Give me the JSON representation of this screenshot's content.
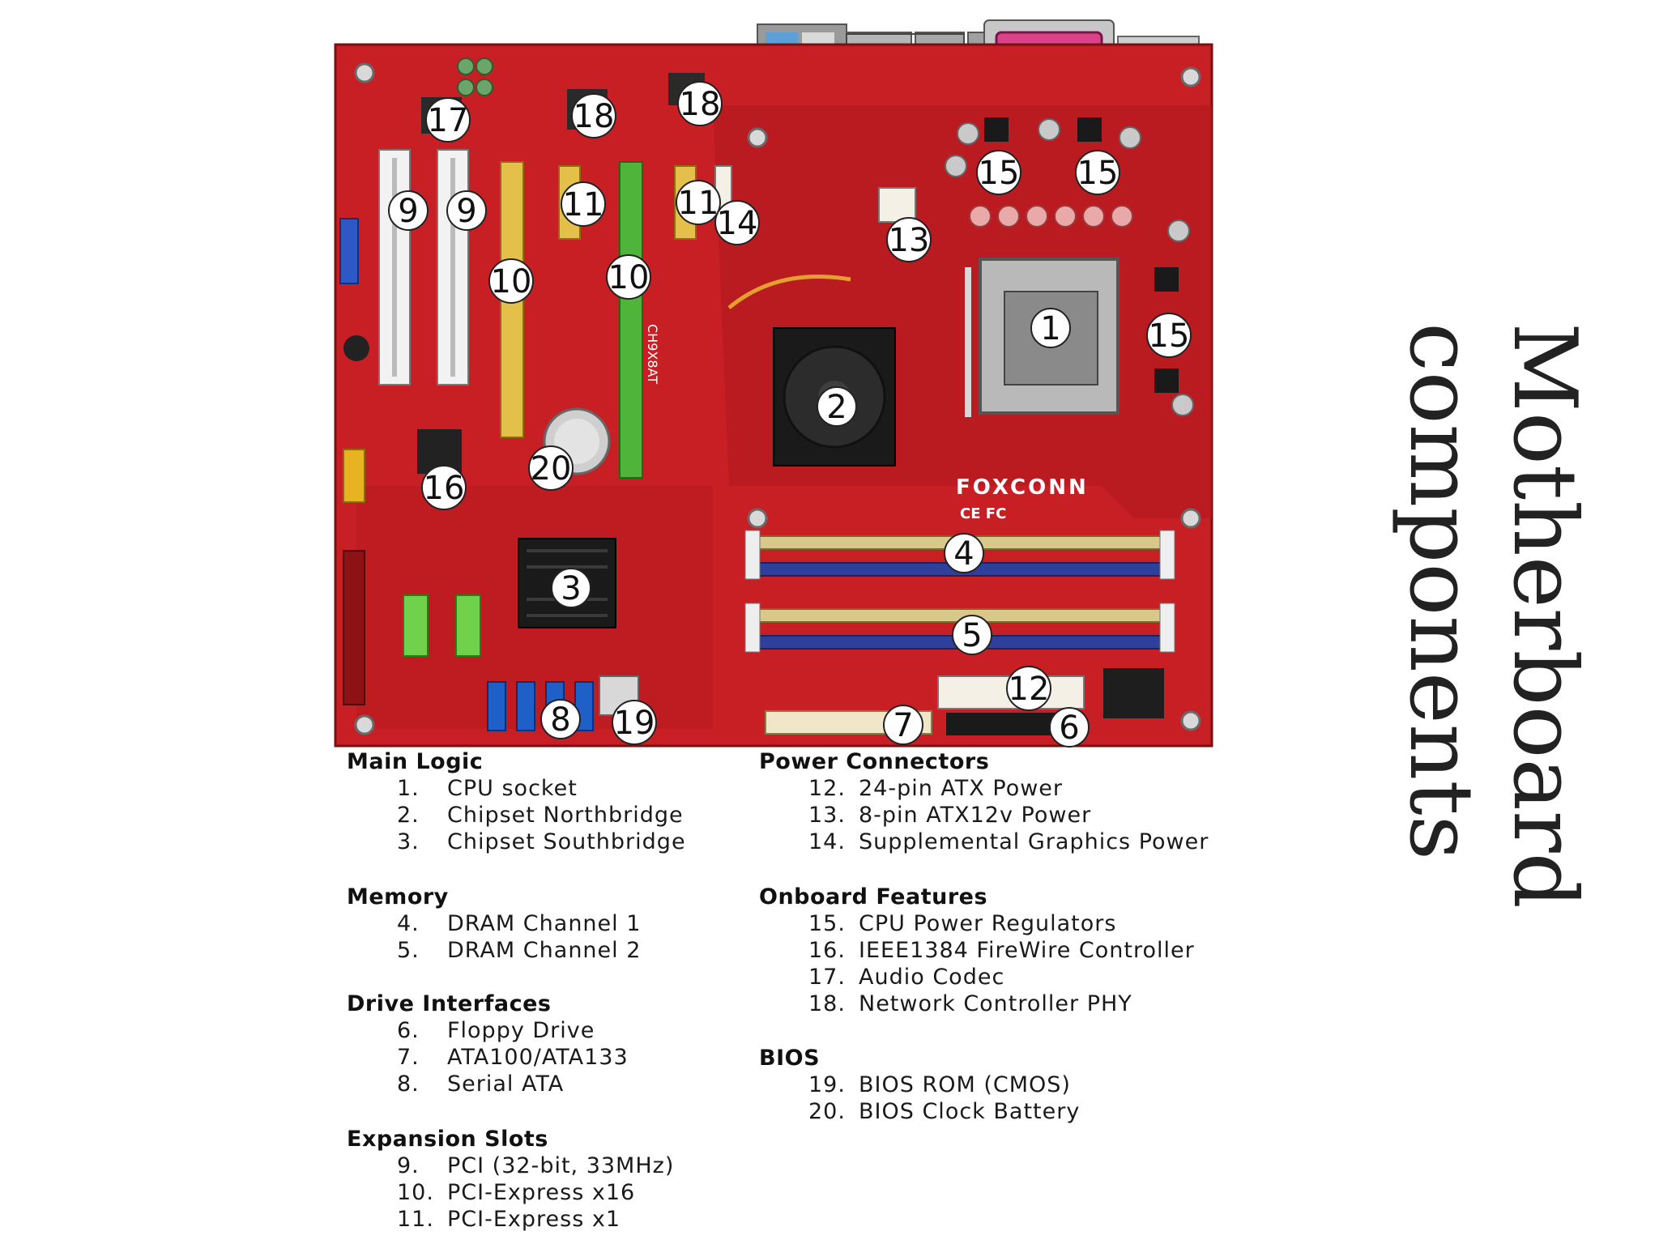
{
  "side_title": {
    "line1": "Motherboard",
    "line2": "components"
  },
  "board": {
    "brand": "FOXCONN",
    "chip_text": "CH9X8AT",
    "cert_marks": "CE FC",
    "callouts": [
      "1",
      "2",
      "3",
      "4",
      "5",
      "6",
      "7",
      "8",
      "9",
      "9",
      "10",
      "10",
      "11",
      "11",
      "12",
      "13",
      "14",
      "15",
      "15",
      "15",
      "16",
      "17",
      "18",
      "18",
      "19",
      "20"
    ],
    "colors": {
      "pcb": "#c81f24",
      "pcb_dark": "#8e1215",
      "dimm_yellow": "#d8c98a",
      "dimm_blue": "#2f3f9c",
      "pcie_yellow": "#e4c04a",
      "pcie_green": "#4fb53a",
      "sata_blue": "#1f5fc8",
      "parallel_port": "#d9438a"
    }
  },
  "legend": {
    "left": [
      {
        "heading": "Main Logic",
        "items": [
          {
            "num": "1.",
            "label": "CPU socket"
          },
          {
            "num": "2.",
            "label": "Chipset Northbridge"
          },
          {
            "num": "3.",
            "label": "Chipset Southbridge"
          }
        ]
      },
      {
        "heading": "Memory",
        "items": [
          {
            "num": "4.",
            "label": "DRAM Channel 1"
          },
          {
            "num": "5.",
            "label": "DRAM Channel 2"
          }
        ]
      },
      {
        "heading": "Drive Interfaces",
        "items": [
          {
            "num": "6.",
            "label": "Floppy Drive"
          },
          {
            "num": "7.",
            "label": "ATA100/ATA133"
          },
          {
            "num": "8.",
            "label": "Serial ATA"
          }
        ]
      },
      {
        "heading": "Expansion Slots",
        "items": [
          {
            "num": "9.",
            "label": "PCI (32-bit, 33MHz)"
          },
          {
            "num": "10.",
            "label": "PCI-Express x16"
          },
          {
            "num": "11.",
            "label": "PCI-Express x1"
          }
        ]
      }
    ],
    "right": [
      {
        "heading": "Power Connectors",
        "items": [
          {
            "num": "12.",
            "label": "24-pin ATX Power"
          },
          {
            "num": "13.",
            "label": "8-pin ATX12v Power"
          },
          {
            "num": "14.",
            "label": "Supplemental Graphics Power"
          }
        ]
      },
      {
        "heading": "Onboard Features",
        "items": [
          {
            "num": "15.",
            "label": "CPU Power Regulators"
          },
          {
            "num": "16.",
            "label": "IEEE1384 FireWire Controller"
          },
          {
            "num": "17.",
            "label": "Audio Codec"
          },
          {
            "num": "18.",
            "label": "Network Controller PHY"
          }
        ]
      },
      {
        "heading": "BIOS",
        "items": [
          {
            "num": "19.",
            "label": "BIOS ROM (CMOS)"
          },
          {
            "num": "20.",
            "label": "BIOS Clock Battery"
          }
        ]
      }
    ]
  }
}
